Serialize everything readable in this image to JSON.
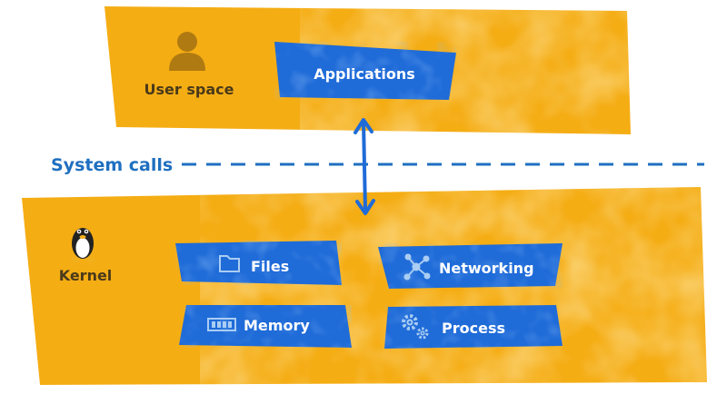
{
  "colors": {
    "panel": "#f5ad14",
    "panel_texture": "#ffd670",
    "box": "#1f6bd8",
    "box_texture": "#3a85e6",
    "accent_blue": "#1f6fc0",
    "label_dark": "#4a3a1a",
    "icon_brown": "#b07a12",
    "icon_light": "#a9cdf3"
  },
  "user_space": {
    "label": "User space",
    "icon": "user-icon",
    "applications": {
      "label": "Applications"
    }
  },
  "system_calls": {
    "label": "System calls",
    "arrow": "double-arrow-icon"
  },
  "kernel": {
    "label": "Kernel",
    "icon": "tux-penguin-icon",
    "boxes": {
      "files": {
        "label": "Files",
        "icon": "folder-icon"
      },
      "networking": {
        "label": "Networking",
        "icon": "network-icon"
      },
      "memory": {
        "label": "Memory",
        "icon": "ram-icon"
      },
      "process": {
        "label": "Process",
        "icon": "gears-icon"
      }
    }
  }
}
